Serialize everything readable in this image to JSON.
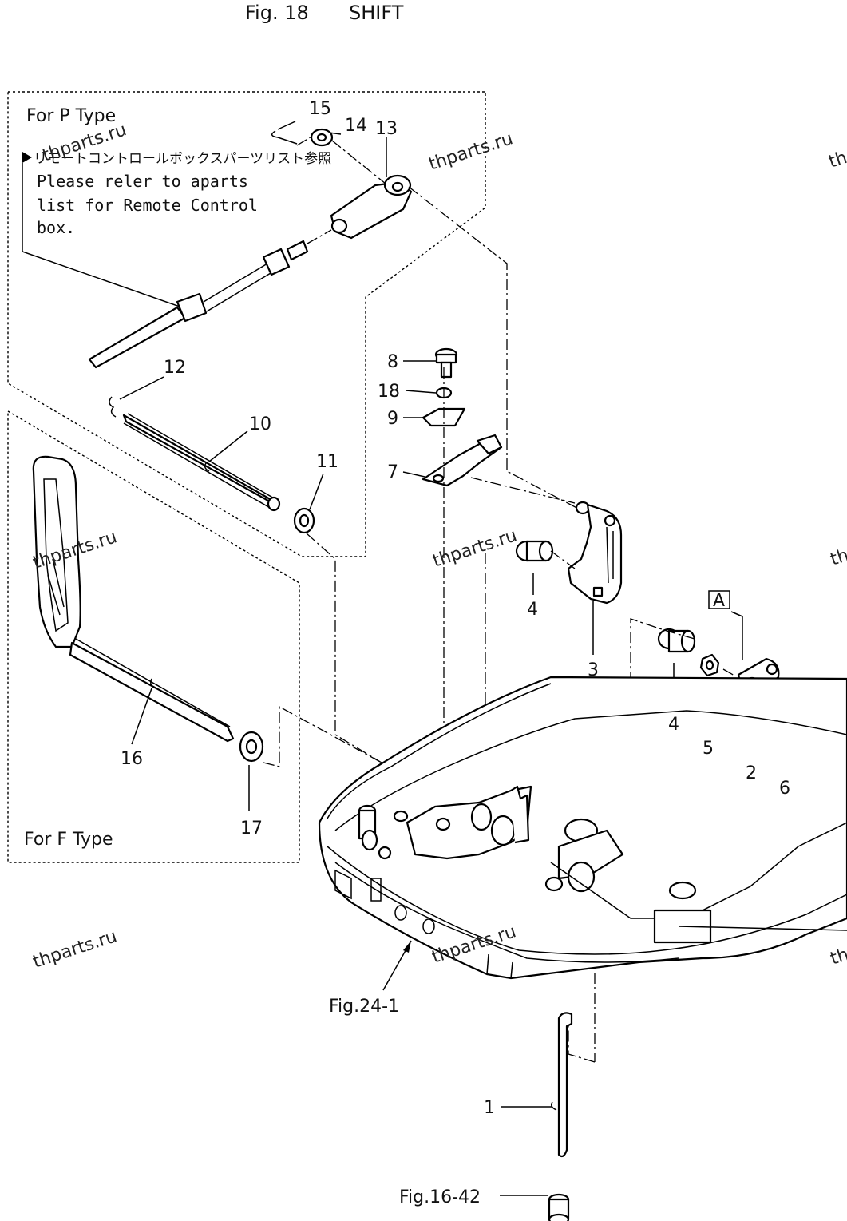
{
  "title": {
    "fig": "Fig. 18",
    "name": "SHIFT"
  },
  "notes": {
    "p_type": "For P Type",
    "f_type": "For F Type",
    "jp_note": "リモートコントロールボックスパーツリスト参照",
    "en_note": [
      "Please reler to aparts",
      "list for Remote Control",
      "box."
    ]
  },
  "part_numbers": {
    "p1": "1",
    "p2": "2",
    "p3": "3",
    "p4a": "4",
    "p4b": "4",
    "p5": "5",
    "p6": "6",
    "p7": "7",
    "p8": "8",
    "p9": "9",
    "p10": "10",
    "p11": "11",
    "p12": "12",
    "p13": "13",
    "p14": "14",
    "p15": "15",
    "p16": "16",
    "p17": "17",
    "p18": "18"
  },
  "refs": {
    "fig24": "Fig.24-1",
    "fig16": "Fig.16-42",
    "markA1": "A",
    "markA2": "A"
  },
  "watermark": "thparts.ru"
}
